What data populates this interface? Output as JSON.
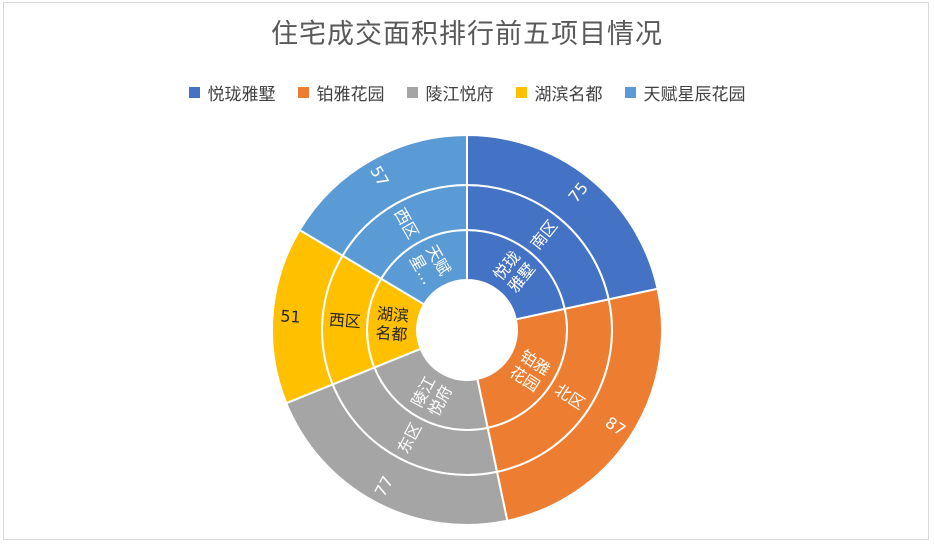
{
  "chart_data": {
    "type": "sunburst",
    "title": "住宅成交面积排行前五项目情况",
    "legend_position": "top",
    "series": [
      {
        "name": "悦珑雅墅",
        "region": "南区",
        "value": 75,
        "inner_label": "悦珑\n雅墅",
        "color": "#4472C4"
      },
      {
        "name": "铂雅花园",
        "region": "北区",
        "value": 87,
        "inner_label": "铂雅\n花园",
        "color": "#ED7D31"
      },
      {
        "name": "陵江悦府",
        "region": "东区",
        "value": 77,
        "inner_label": "陵江\n悦府",
        "color": "#A5A5A5"
      },
      {
        "name": "湖滨名都",
        "region": "西区",
        "value": 51,
        "inner_label": "湖滨\n名都",
        "color": "#FFC000"
      },
      {
        "name": "天赋星辰花园",
        "region": "西区",
        "value": 57,
        "inner_label": "天赋\n星...",
        "color": "#5B9BD5"
      }
    ]
  }
}
